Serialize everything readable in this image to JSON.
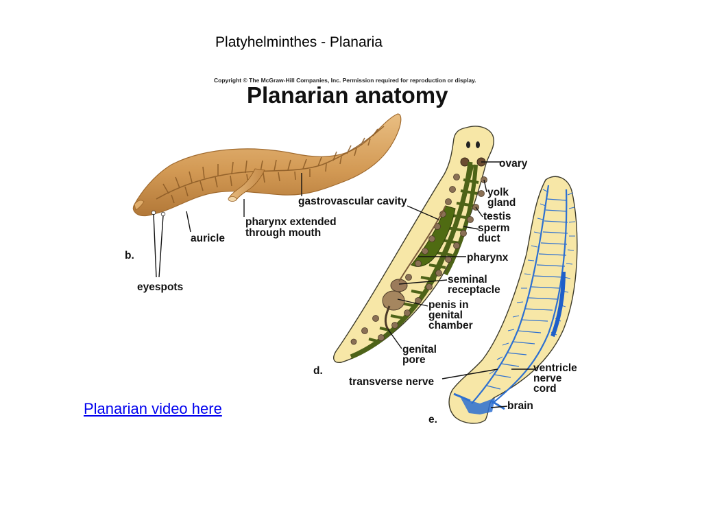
{
  "slide": {
    "title": "Platyhelminthes - Planaria",
    "link_text": "Planarian video here"
  },
  "figure": {
    "copyright": "Copyright © The McGraw-Hill Companies, Inc. Permission required for reproduction or display.",
    "heading": "Planarian anatomy",
    "panel_b": {
      "letter": "b.",
      "labels": {
        "gastrovascular": "gastrovascular cavity",
        "pharynx_1": "pharynx extended",
        "pharynx_2": "through mouth",
        "auricle": "auricle",
        "eyespots": "eyespots"
      }
    },
    "panel_d": {
      "letter": "d.",
      "labels": {
        "ovary": "ovary",
        "yolk_1": "yolk",
        "yolk_2": "gland",
        "testis": "testis",
        "sperm_1": "sperm",
        "sperm_2": "duct",
        "pharynx": "pharynx",
        "seminal_1": "seminal",
        "seminal_2": "receptacle",
        "penis_1": "penis in",
        "penis_2": "genital",
        "penis_3": "chamber",
        "genital_1": "genital",
        "genital_2": "pore"
      }
    },
    "panel_e": {
      "letter": "e.",
      "labels": {
        "transverse": "transverse nerve",
        "ventricle_1": "ventricle",
        "ventricle_2": "nerve",
        "ventricle_3": "cord",
        "brain": "brain"
      }
    },
    "colors": {
      "worm_skin": "#d9a566",
      "worm_gut": "#8a5a25",
      "body_cream": "#f7e7a7",
      "gut_green": "#5b6f1f",
      "organ_brown": "#8a7055",
      "nerve_blue": "#2c6fd1"
    }
  }
}
